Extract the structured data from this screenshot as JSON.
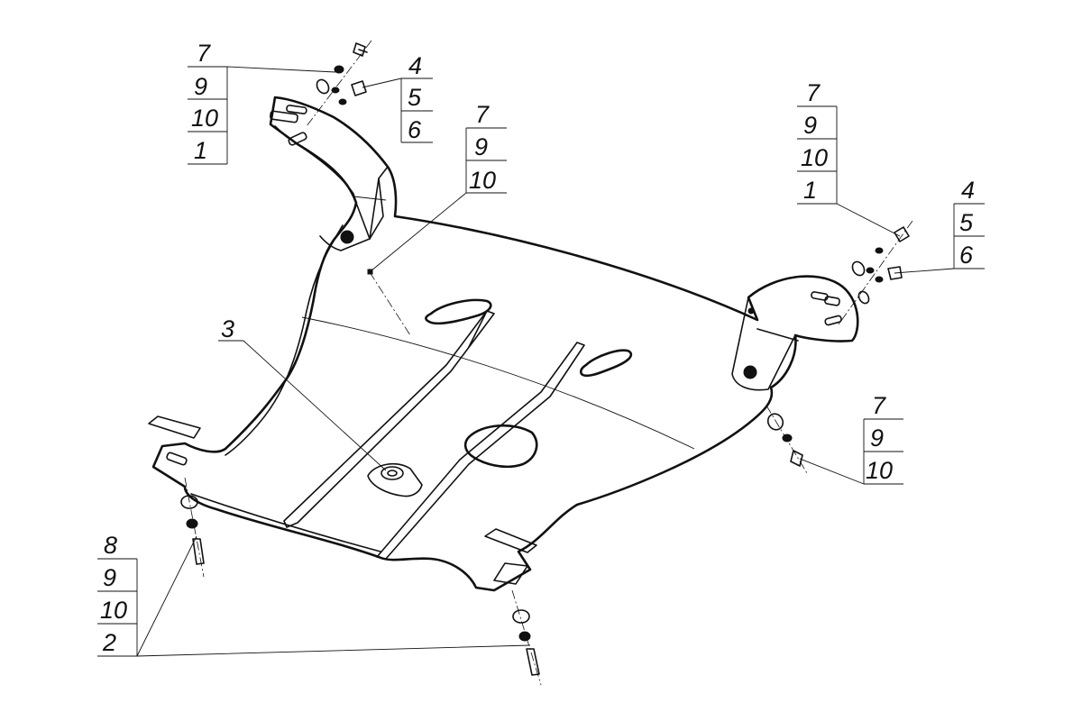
{
  "callouts": [
    {
      "id": "top-left-group",
      "labels": [
        "7",
        "9",
        "10",
        "1"
      ]
    },
    {
      "id": "top-left-bolts",
      "labels": [
        "4",
        "5",
        "6"
      ]
    },
    {
      "id": "center-group",
      "labels": [
        "7",
        "9",
        "10"
      ]
    },
    {
      "id": "right-top-group",
      "labels": [
        "7",
        "9",
        "10",
        "1"
      ]
    },
    {
      "id": "right-bolts",
      "labels": [
        "4",
        "5",
        "6"
      ]
    },
    {
      "id": "right-lower-group",
      "labels": [
        "7",
        "9",
        "10"
      ]
    },
    {
      "id": "bottom-left-group",
      "labels": [
        "8",
        "9",
        "10",
        "2"
      ]
    },
    {
      "id": "part-3",
      "labels": [
        "3"
      ]
    }
  ],
  "colors": {
    "line": "#111111",
    "background": "#ffffff"
  }
}
